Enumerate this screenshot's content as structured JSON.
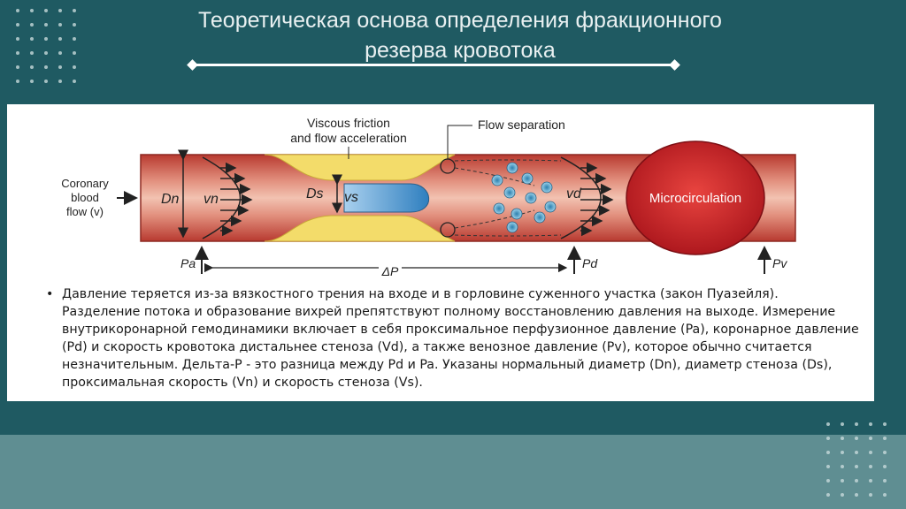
{
  "slide": {
    "title_line1": "Теоретическая основа определения фракционного",
    "title_line2": "резерва кровотока"
  },
  "diagram": {
    "label_viscous_1": "Viscous friction",
    "label_viscous_2": "and flow acceleration",
    "label_flow_separation": "Flow separation",
    "label_coronary_1": "Coronary",
    "label_coronary_2": "blood",
    "label_coronary_3": "flow (v)",
    "label_Dn": "Dn",
    "label_vn": "vn",
    "label_Ds": "Ds",
    "label_vs": "vs",
    "label_vd": "vd",
    "label_microcirculation": "Microcirculation",
    "label_Pa": "Pa",
    "label_Pd": "Pd",
    "label_Pv": "Pv",
    "label_deltaP": "ΔP",
    "colors": {
      "vessel": "#cf4a3c",
      "vessel_light": "#f0b9a8",
      "plaque": "#f3dc6a",
      "jet": "#5fa8d8",
      "microcirculation": "#d0262c"
    }
  },
  "caption": {
    "bullet": "•",
    "text": "Давление теряется из-за вязкостного трения на входе и в горловине суженного участка (закон Пуазейля). Разделение потока и образование вихрей препятствуют полному восстановлению давления на выходе. Измерение внутрикоронарной гемодинамики включает в себя проксимальное перфузионное давление (Pa), коронарное давление (Pd) и скорость кровотока дистальнее стеноза (Vd), а также венозное давление (Pv), которое обычно считается незначительным. Дельта-P - это разница между Pd и Pa. Указаны нормальный диаметр (Dn), диаметр стеноза (Ds), проксимальная скорость (Vn) и скорость стеноза (Vs)."
  }
}
